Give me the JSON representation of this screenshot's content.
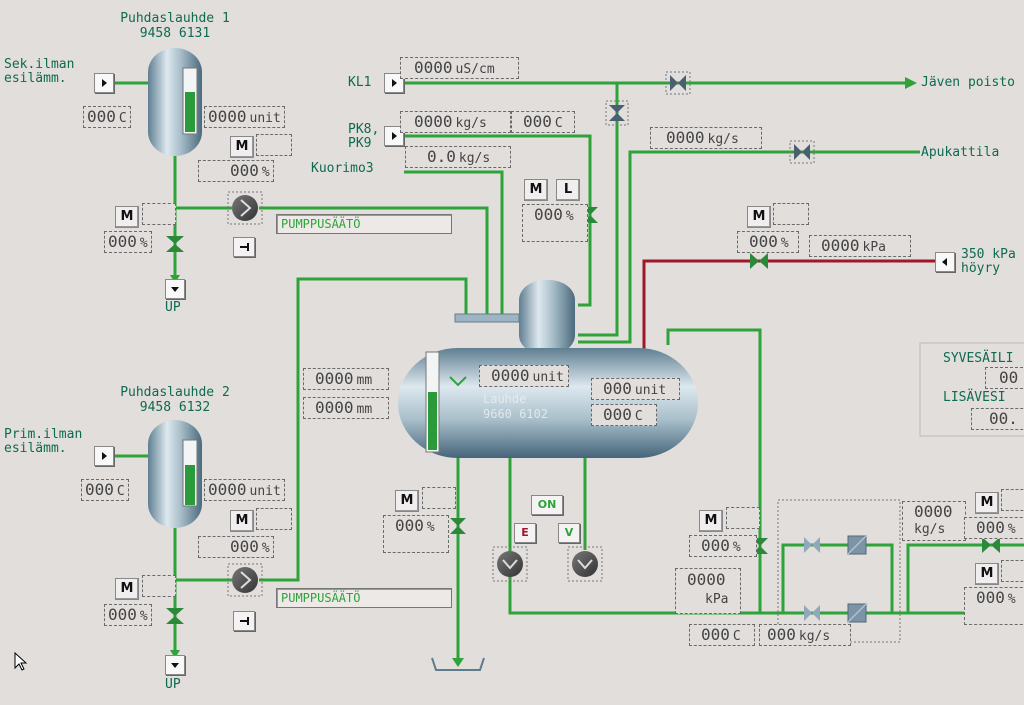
{
  "tank1": {
    "name": "Puhdaslauhde 1",
    "code": "9458 6131",
    "temp": "000",
    "temp_unit": "C",
    "level": "0000",
    "level_unit": "unit"
  },
  "tank2": {
    "name": "Puhdaslauhde 2",
    "code": "9458 6132",
    "temp": "000",
    "temp_unit": "C",
    "level": "0000",
    "level_unit": "unit"
  },
  "labels": {
    "sek": "Sek.ilman\nesilämm.",
    "prim": "Prim.ilman\nesilämm.",
    "kl1": "KL1",
    "pk": "PK8,\nPK9",
    "kuorimo": "Kuorimo3",
    "javen": "Jäven poisto",
    "apukattila": "Apukattila",
    "hoyry": "350 kPa\nhöyry",
    "syvesailio": "SYVESÄILI",
    "lisavesi": "LISÄVESI",
    "up1": "UP",
    "up2": "UP",
    "main_tank_name": "Lauhde",
    "main_tank_code": "9660 6102"
  },
  "values": {
    "kl1_cond": "0000",
    "kl1_cond_unit": "uS/cm",
    "pk_flow": "0000",
    "pk_flow_unit": "kg/s",
    "pk_temp": "000",
    "pk_temp_unit": "C",
    "kuorimo_flow": "0.0",
    "kuorimo_flow_unit": "kg/s",
    "apu_flow": "0000",
    "apu_flow_unit": "kg/s",
    "steam_valve": "000",
    "steam_press": "0000",
    "steam_press_unit": "kPa",
    "ml_valve": "000",
    "main_level": "0000",
    "main_level_unit": "unit",
    "main_level2": "000",
    "main_level2_unit": "unit",
    "main_temp": "000",
    "main_temp_unit": "C",
    "mm1": "0000",
    "mm2": "0000",
    "mm_unit": "mm",
    "t1_valve_top": "000",
    "t1_valve_bottom": "000",
    "t2_valve_top": "000",
    "t2_valve_bottom": "000",
    "drain_valve": "000",
    "right_valve": "000",
    "press_out": "0000",
    "press_out_unit": "kPa",
    "temp_out": "000",
    "temp_out_unit": "C",
    "flow_out": "000",
    "flow_out_unit": "kg/s",
    "flow_right": "0000",
    "flow_right_unit": "kg/s",
    "far_valve1": "000",
    "far_valve2": "000",
    "sy_value": "00",
    "lis_value": "00.",
    "percent": "%"
  },
  "controls": {
    "m": "M",
    "l": "L",
    "on": "ON",
    "e": "E",
    "v": "V",
    "pump1_field": "PUMPPUSÄÄTÖ",
    "pump2_field": "PUMPPUSÄÄTÖ"
  },
  "colors": {
    "pipe": "#2ea33a",
    "steam_pipe": "#a01828",
    "text": "#0e6a50",
    "background": "#e2dedc"
  }
}
